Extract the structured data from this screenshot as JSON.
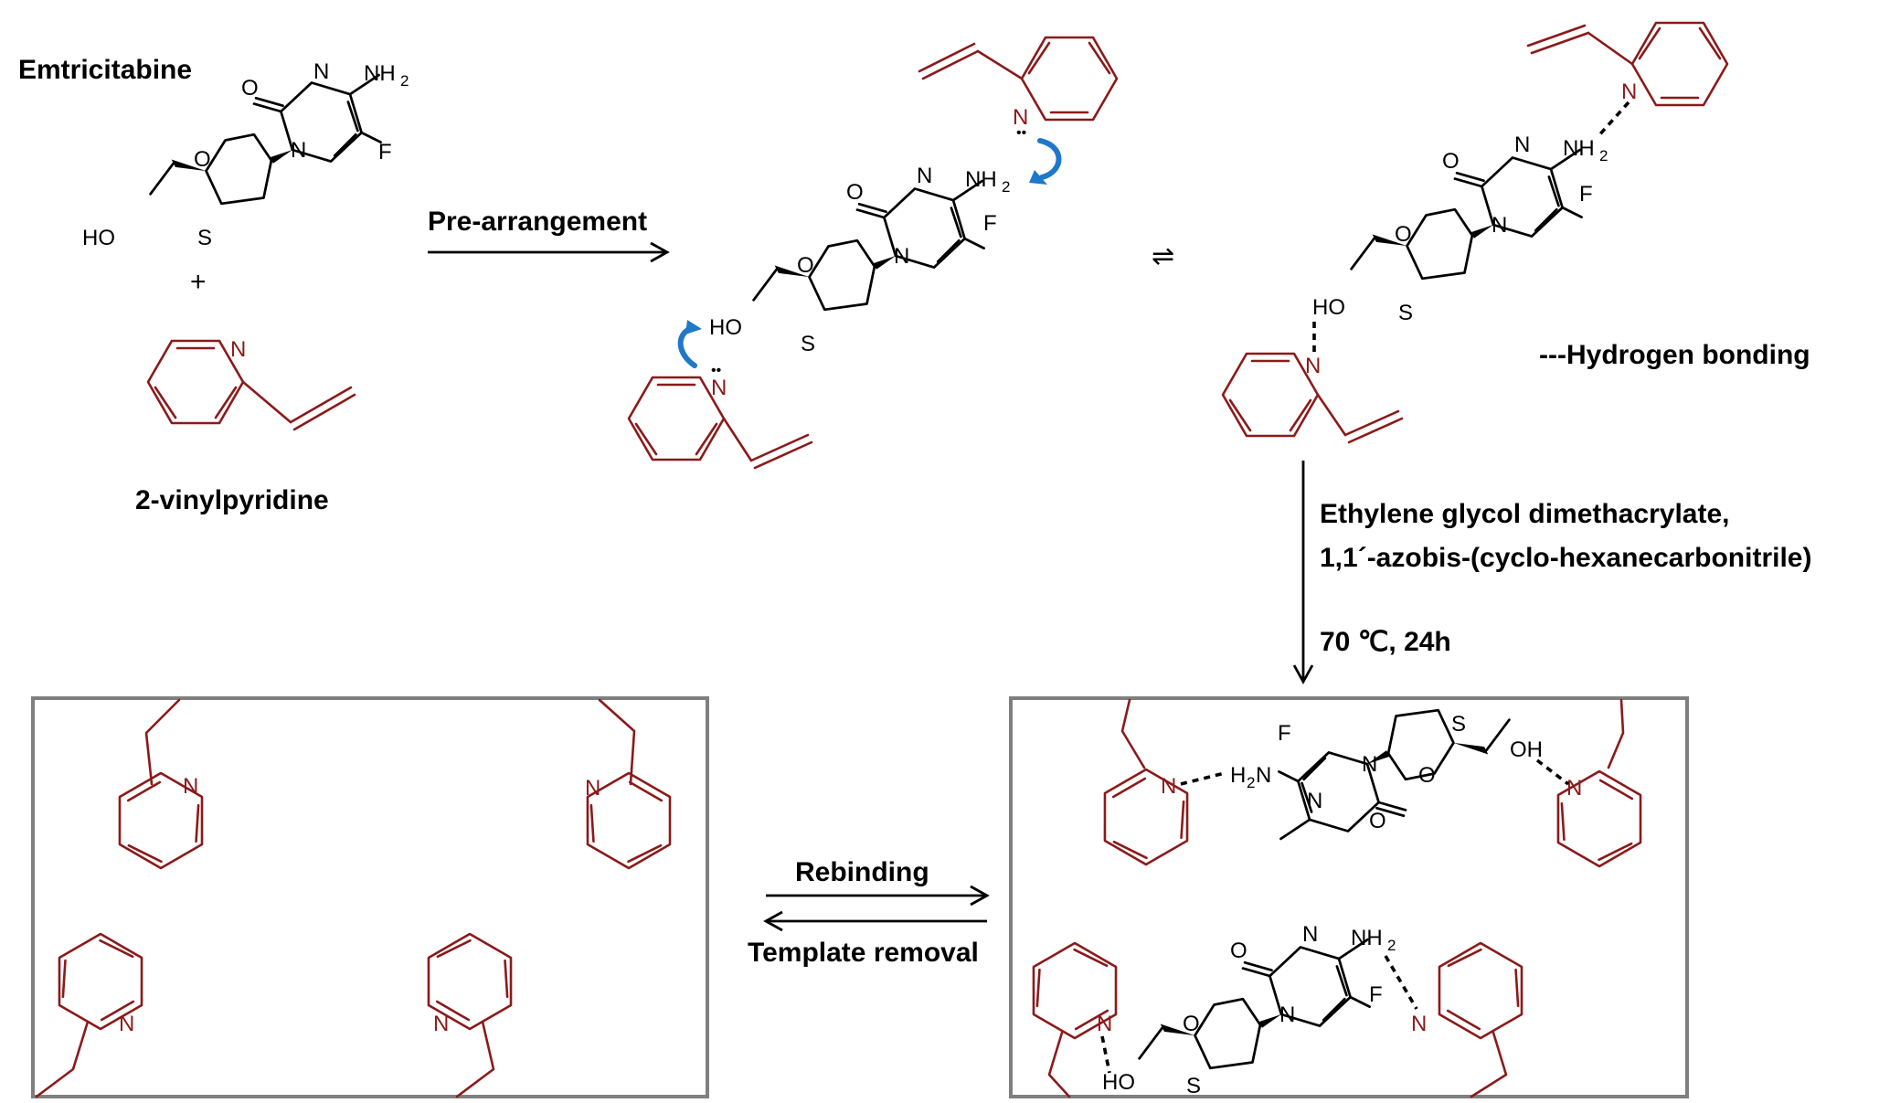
{
  "labels": {
    "emtricitabine": "Emtricitabine",
    "plus": "+",
    "vinylpyridine": "2-vinylpyridine",
    "prearrangement": "Pre-arrangement",
    "equilibrium": "⇌",
    "hbond_legend": "---Hydrogen bonding",
    "reagent_line1": "Ethylene glycol dimethacrylate,",
    "reagent_line2": "1,1´-azobis-(cyclo-hexanecarbonitrile)",
    "conditions": "70 ℃, 24h",
    "rebinding": "Rebinding",
    "template_removal": "Template removal"
  },
  "atoms": {
    "O": "O",
    "N": "N",
    "S": "S",
    "F": "F",
    "HO": "HO",
    "OH": "OH",
    "NH": "NH",
    "H": "H",
    "sub2": "2",
    "lone_pair": "••"
  },
  "colors": {
    "monomer": "#8b1a1a",
    "arrow_curl": "#1f78c8",
    "box_border": "#7f7f7f",
    "text": "#000000"
  }
}
